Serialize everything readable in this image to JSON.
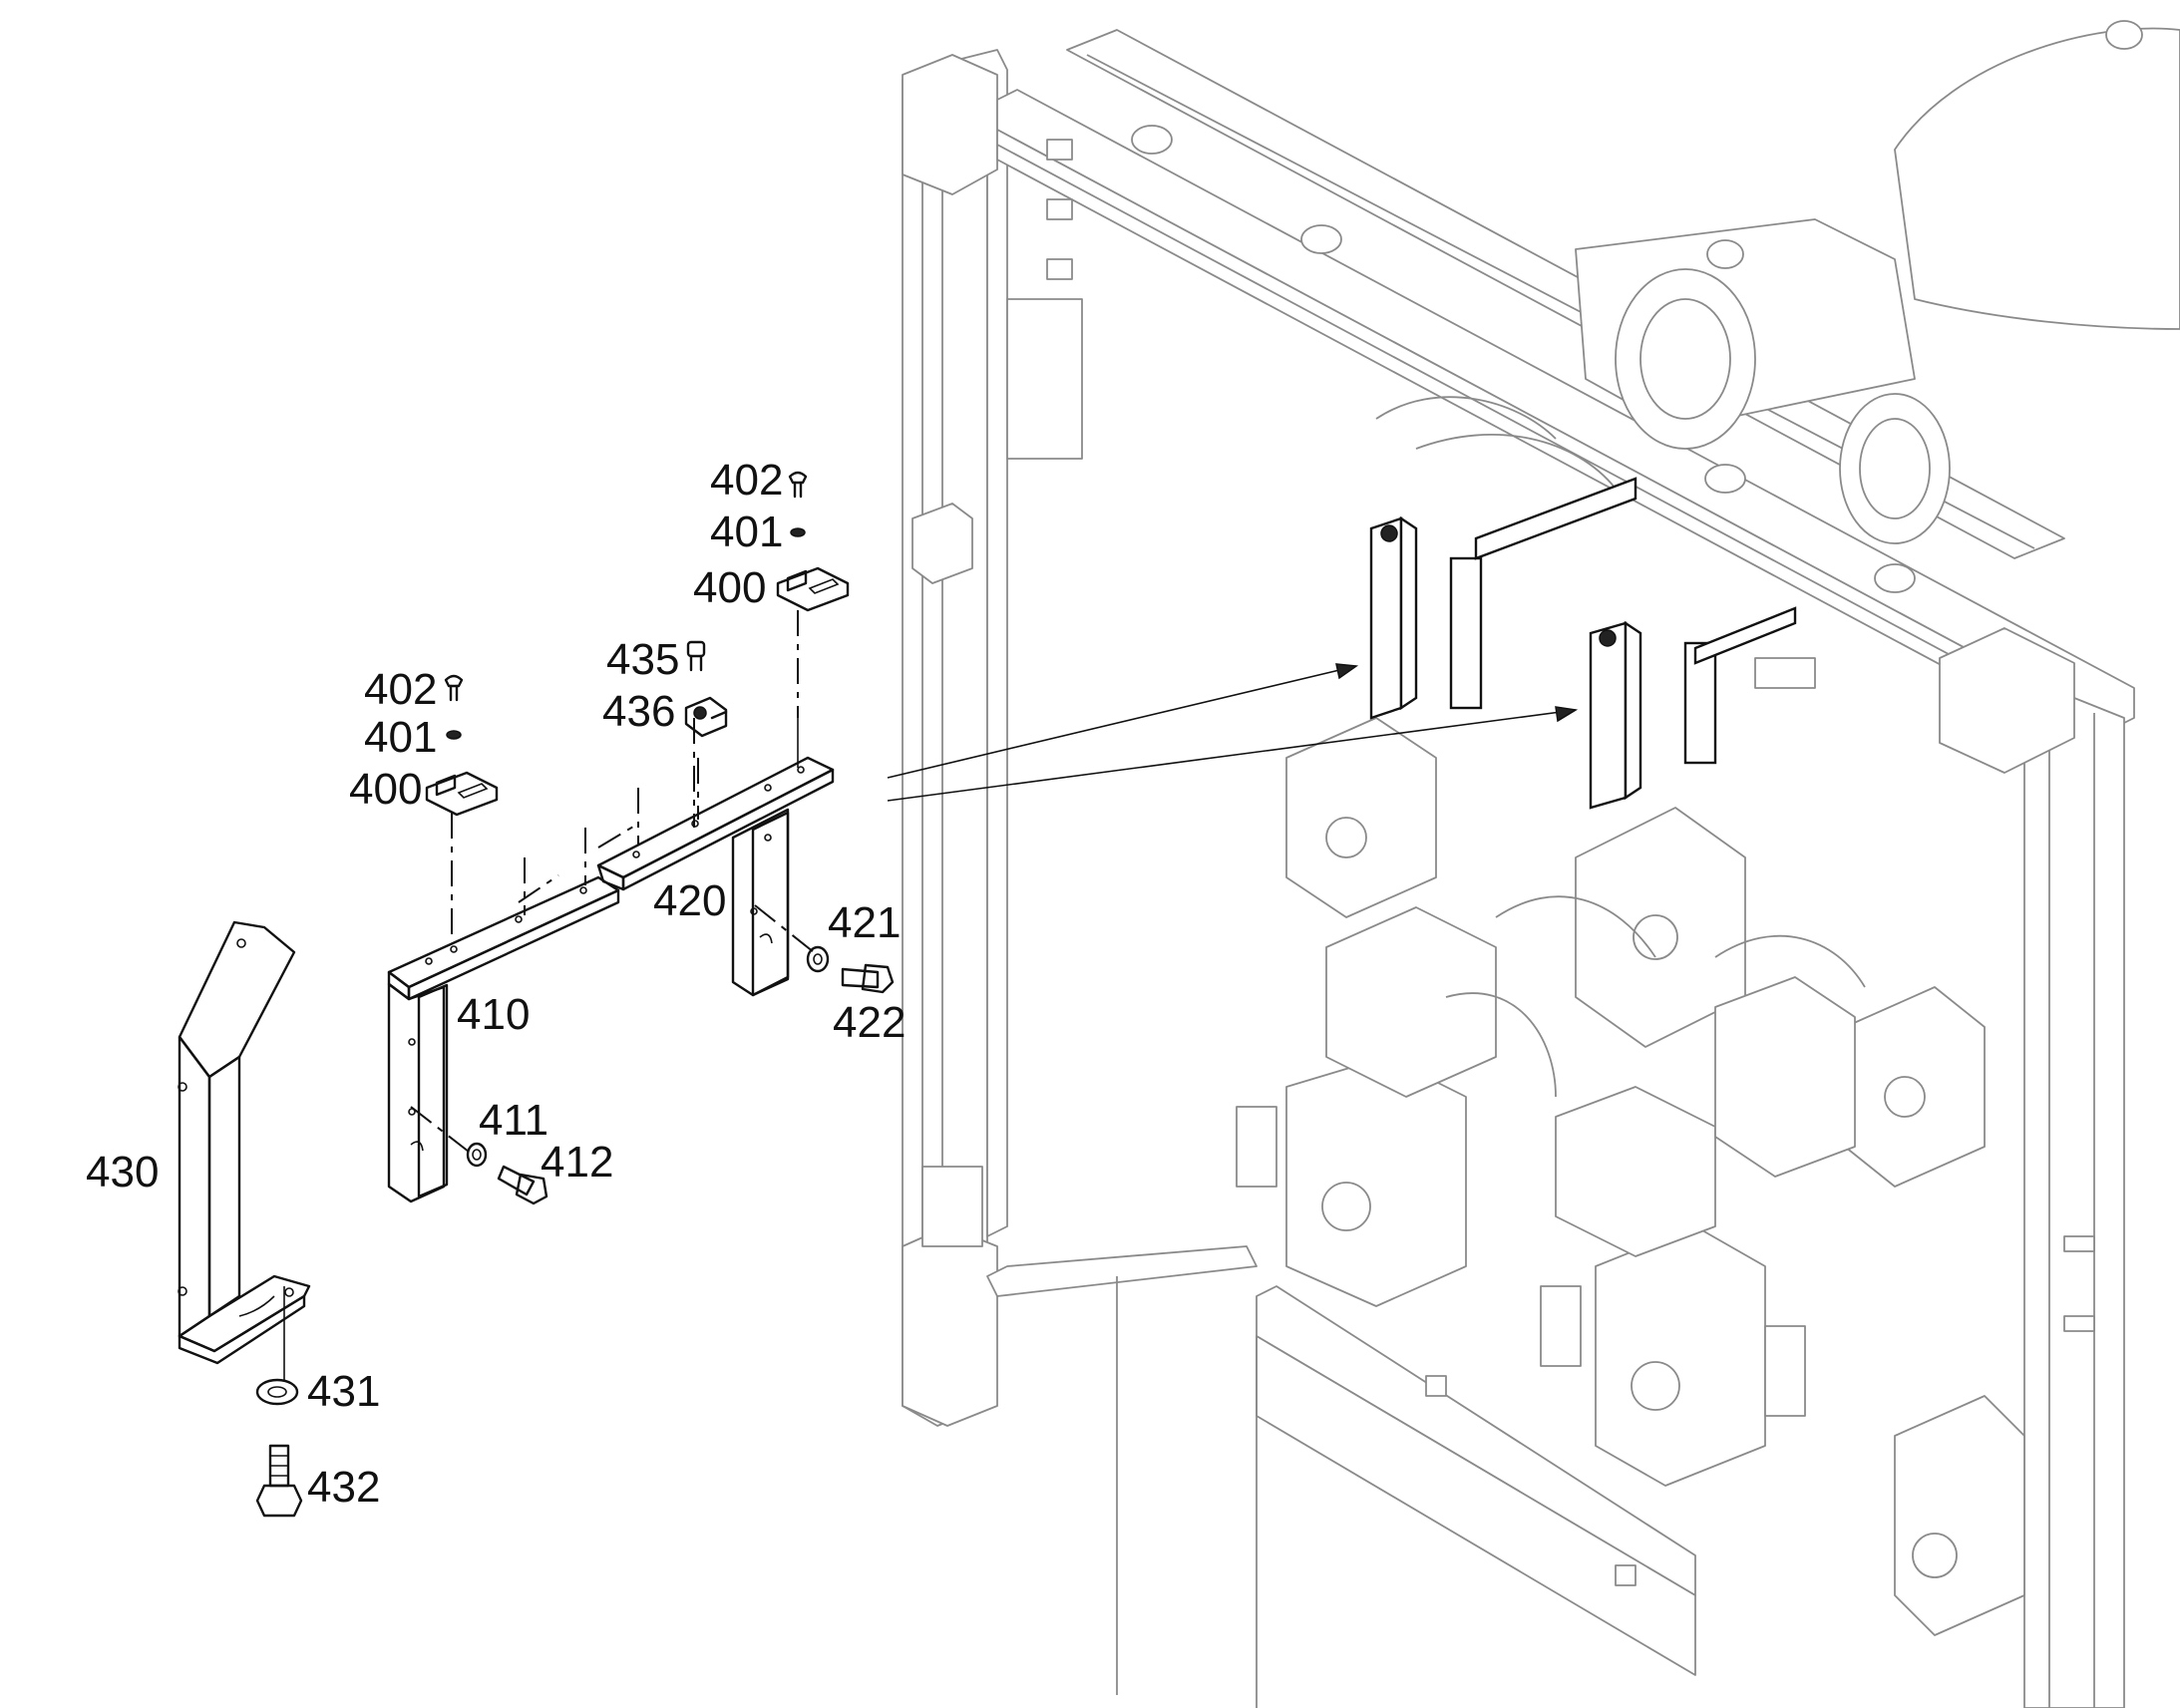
{
  "callouts": {
    "c400_top": "400",
    "c401_top": "401",
    "c402_top": "402",
    "c400_left": "400",
    "c401_left": "401",
    "c402_left": "402",
    "c435": "435",
    "c436": "436",
    "c410": "410",
    "c411": "411",
    "c412": "412",
    "c420": "420",
    "c421": "421",
    "c422": "422",
    "c430": "430",
    "c431": "431",
    "c432": "432"
  },
  "colors": {
    "linework": "#111111",
    "background_assembly": "#8a8a8a",
    "paper": "#ffffff"
  }
}
